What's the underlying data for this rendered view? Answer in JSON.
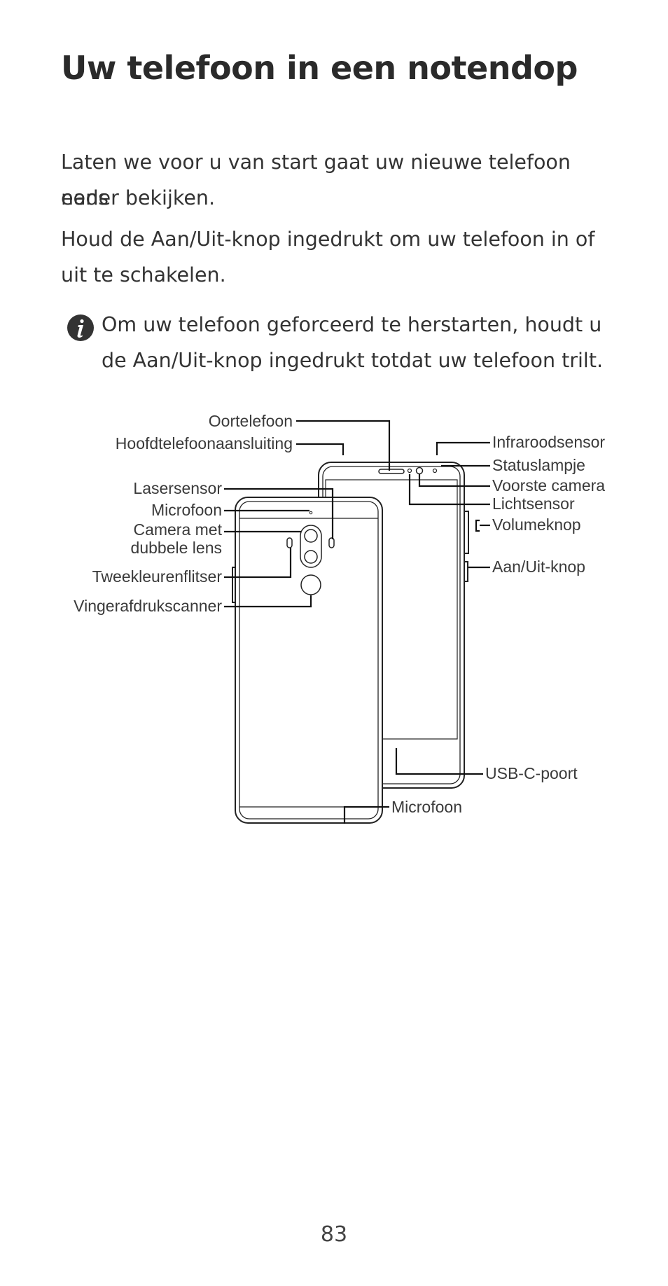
{
  "title": "Uw telefoon in een notendop",
  "intro": {
    "line1": "Laten we voor u van start gaat uw nieuwe telefoon eens",
    "line2": "nader bekijken.",
    "line3": "Houd de Aan/Uit-knop ingedrukt om uw telefoon in of",
    "line4": "uit te schakelen."
  },
  "note": {
    "icon": "info-icon",
    "line1": "Om uw telefoon geforceerd te herstarten, houdt u",
    "line2": "de Aan/Uit-knop ingedrukt totdat uw telefoon trilt."
  },
  "diagram": {
    "labels": {
      "oortelefoon": "Oortelefoon",
      "hoofdtelefoonaansluiting": "Hoofdtelefoonaansluiting",
      "lasersensor": "Lasersensor",
      "microfoon_top": "Microfoon",
      "camera_line1": "Camera met",
      "camera_line2": "dubbele lens",
      "tweekleurenflitser": "Tweekleurenflitser",
      "vingerafdrukscanner": "Vingerafdrukscanner",
      "infraroodsensor": "Infraroodsensor",
      "statuslampje": "Statuslampje",
      "voorste_camera": "Voorste camera",
      "lichtsensor": "Lichtsensor",
      "volumeknop": "Volumeknop",
      "aan_uit_knop": "Aan/Uit-knop",
      "usb_c_poort": "USB-C-poort",
      "microfoon_bottom": "Microfoon"
    }
  },
  "page_number": "83"
}
